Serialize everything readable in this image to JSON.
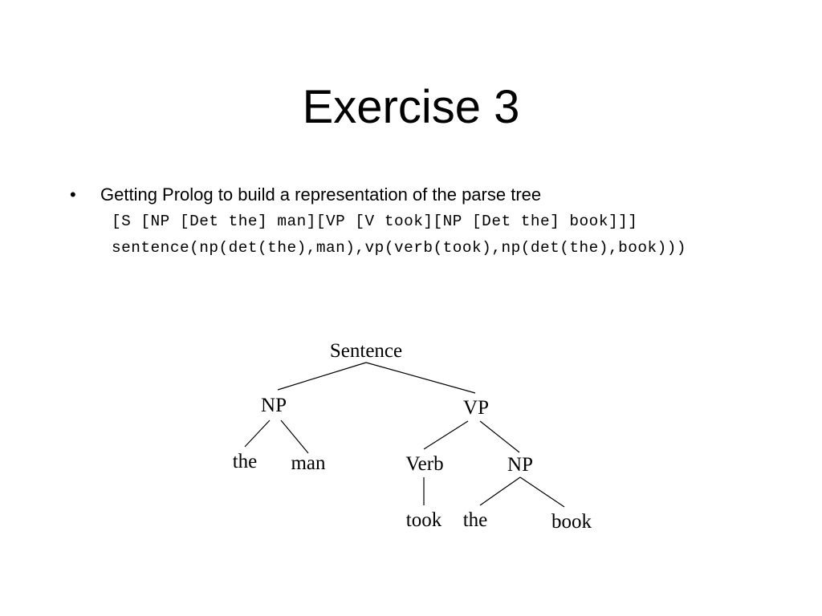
{
  "slide": {
    "title": "Exercise 3",
    "bullet_mark": "•",
    "bullet_text": "Getting Prolog to build a representation of the parse tree",
    "code_lines": [
      "[S [NP [Det the] man][VP [V took][NP [Det the] book]]]",
      "sentence(np(det(the),man),vp(verb(took),np(det(the),book)))"
    ]
  },
  "tree": {
    "nodes": {
      "sentence": "Sentence",
      "np1": "NP",
      "vp": "VP",
      "the1": "the",
      "man": "man",
      "verb": "Verb",
      "np2": "NP",
      "took": "took",
      "the2": "the",
      "book": "book"
    }
  }
}
